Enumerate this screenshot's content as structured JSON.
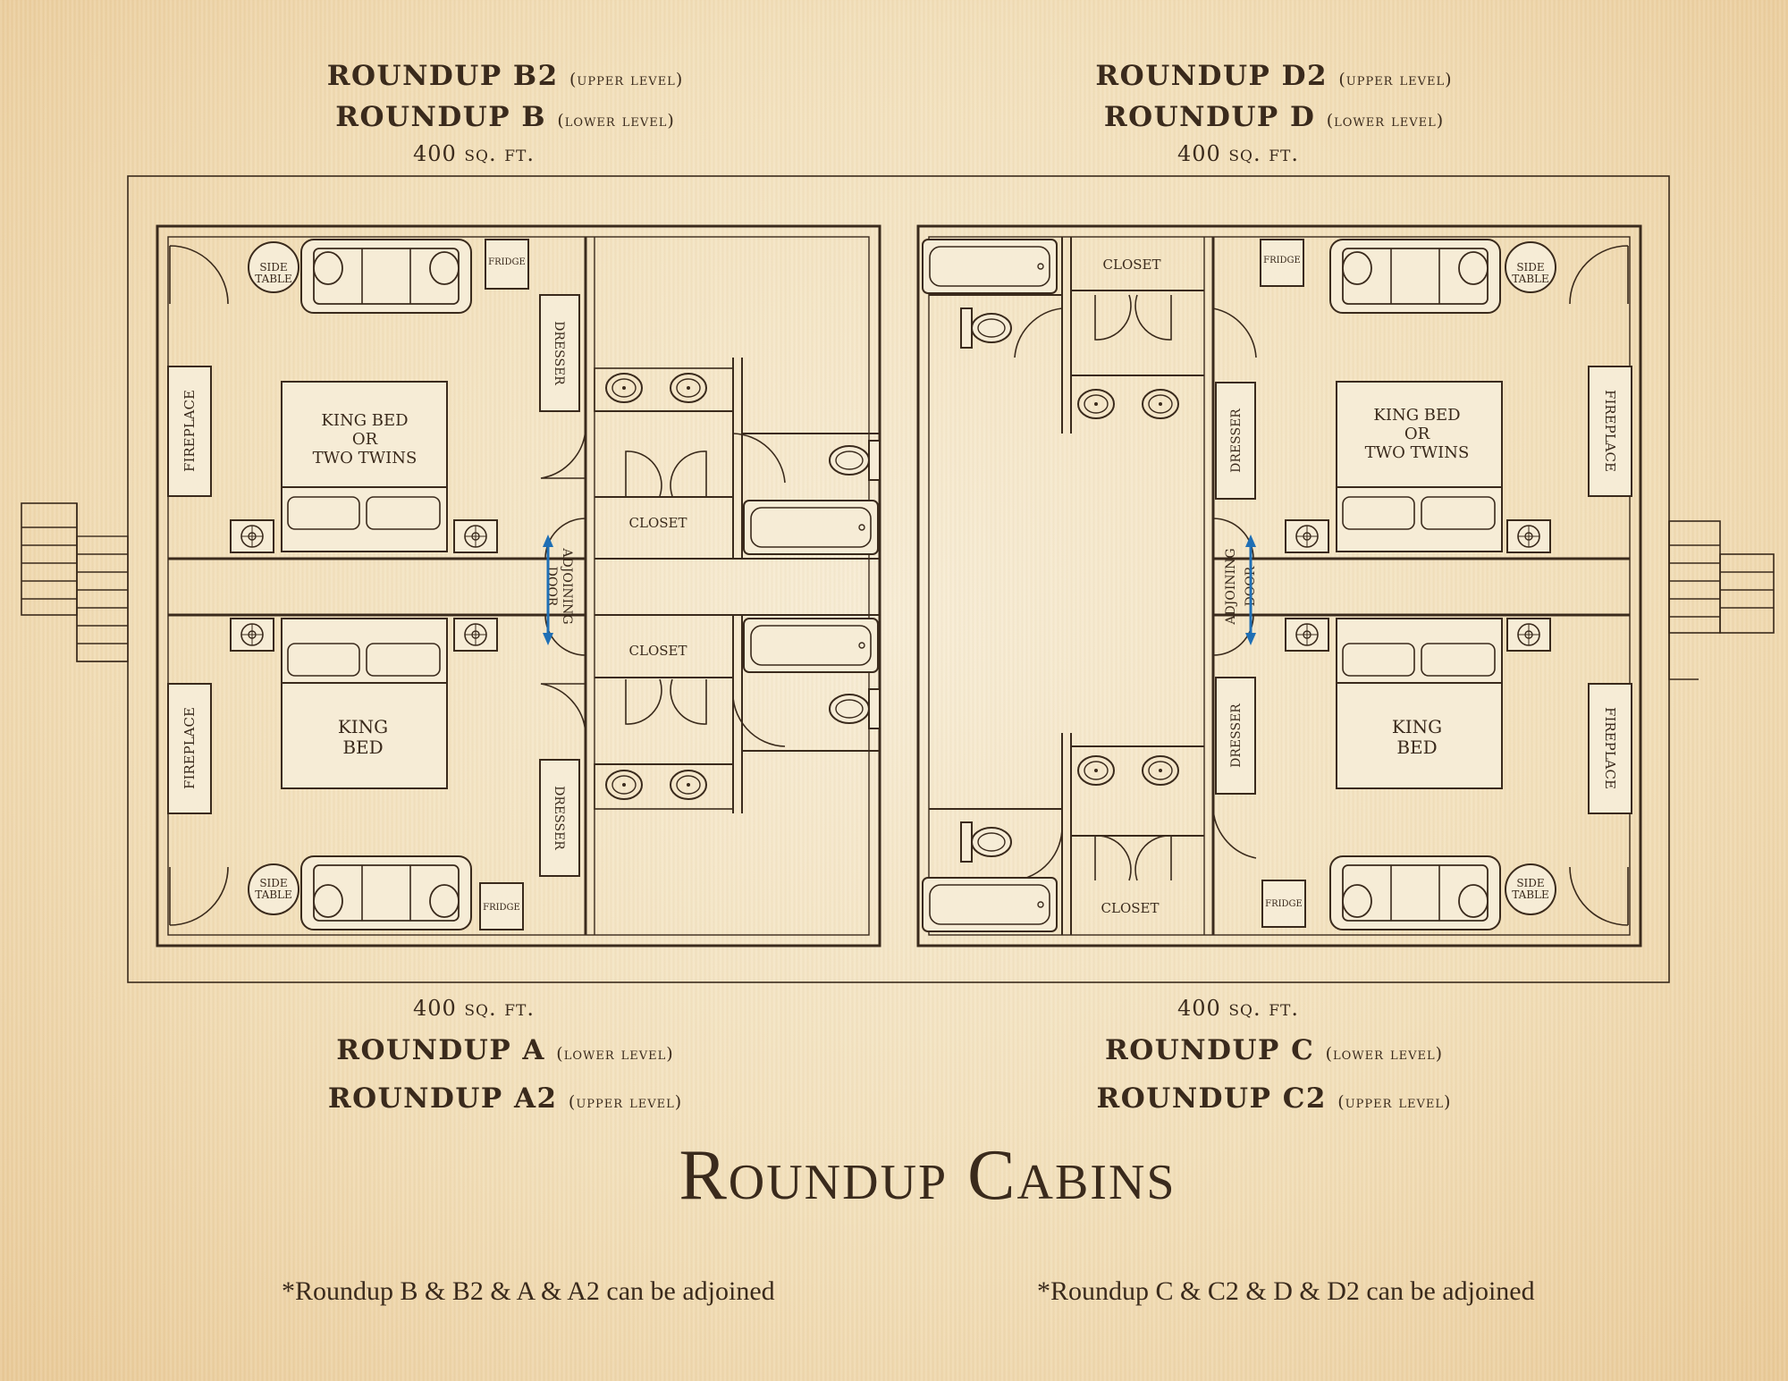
{
  "headers": {
    "top_left": {
      "line1_name": "ROUNDUP B2",
      "line1_level": "(upper level)",
      "line2_name": "ROUNDUP B",
      "line2_level": "(lower level)",
      "area": "400 sq. ft."
    },
    "top_right": {
      "line1_name": "ROUNDUP D2",
      "line1_level": "(upper level)",
      "line2_name": "ROUNDUP D",
      "line2_level": "(lower level)",
      "area": "400 sq. ft."
    },
    "bottom_left": {
      "area": "400 sq. ft.",
      "line1_name": "ROUNDUP A",
      "line1_level": "(lower level)",
      "line2_name": "ROUNDUP A2",
      "line2_level": "(upper level)"
    },
    "bottom_right": {
      "area": "400 sq. ft.",
      "line1_name": "ROUNDUP C",
      "line1_level": "(lower level)",
      "line2_name": "ROUNDUP C2",
      "line2_level": "(upper level)"
    }
  },
  "title": "Roundup Cabins",
  "notes": {
    "left": "*Roundup B & B2 & A & A2 can be adjoined",
    "right": "*Roundup C & C2 & D & D2 can be adjoined"
  },
  "labels": {
    "side_table_1": "SIDE",
    "side_table_2": "TABLE",
    "fridge": "FRIDGE",
    "dresser": "DRESSER",
    "fireplace": "FIREPLACE",
    "closet": "CLOSET",
    "king_twins_1": "KING BED",
    "king_twins_2": "OR",
    "king_twins_3": "TWO TWINS",
    "king_1": "KING",
    "king_2": "BED",
    "adjoining_1": "ADJOINING",
    "adjoining_2": "DOOR"
  },
  "colors": {
    "ink": "#3a2a1c",
    "arrow": "#1f6fb5",
    "paper": "#f3e3c2"
  }
}
